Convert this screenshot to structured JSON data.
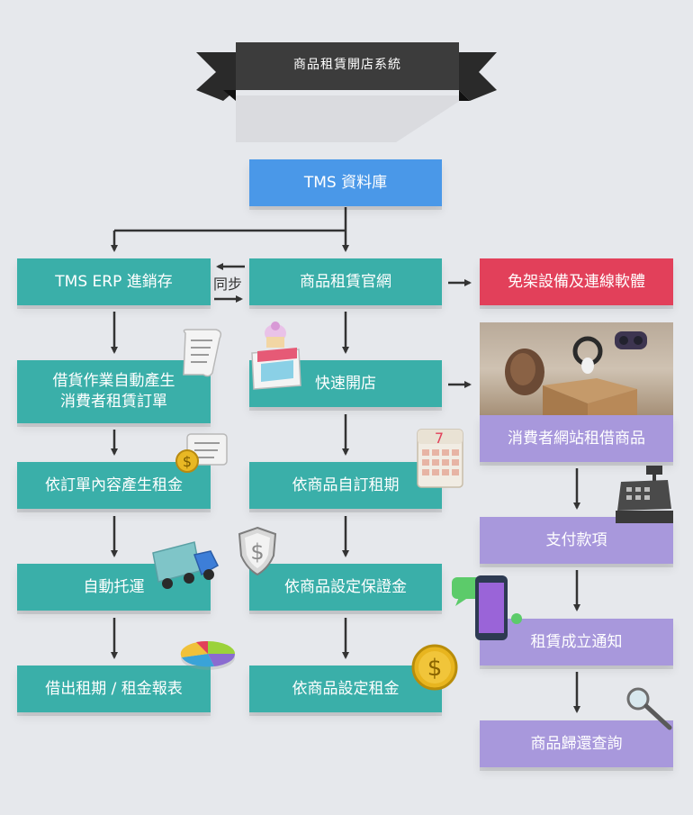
{
  "banner": {
    "title": "商品租賃開店系統"
  },
  "center": {
    "db": "TMS 資料庫",
    "official_site": "商品租賃官網",
    "quick_open": "快速開店",
    "rental_period": "依商品自訂租期",
    "deposit": "依商品設定保證金",
    "rent": "依商品設定租金"
  },
  "left": {
    "erp": "TMS ERP 進銷存",
    "auto_order_line1": "借貨作業自動產生",
    "auto_order_line2": "消費者租賃訂單",
    "gen_rent": "依訂單內容產生租金",
    "auto_ship": "自動托運",
    "report": "借出租期 / 租金報表"
  },
  "right": {
    "no_install": "免架設備及連線軟體",
    "consumer_rent": "消費者網站租借商品",
    "payment": "支付款項",
    "notify": "租賃成立通知",
    "return_query": "商品歸還查詢"
  },
  "sync_label": "同步",
  "colors": {
    "teal": "#3aafa9",
    "blue": "#4a98e8",
    "red": "#e2405a",
    "purple": "#a898dc",
    "banner": "#3c3c3c"
  }
}
